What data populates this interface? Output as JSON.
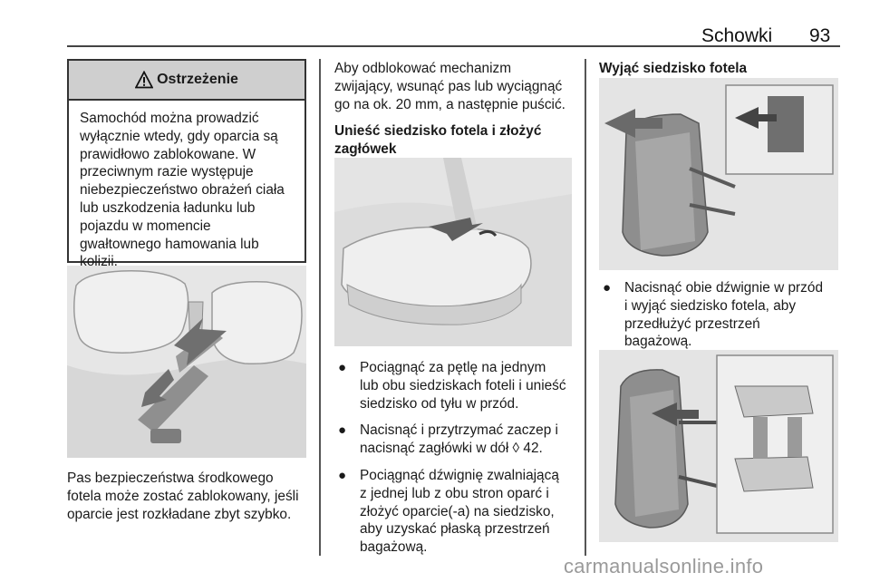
{
  "header": {
    "title": "Schowki",
    "page_number": "93"
  },
  "warning": {
    "title": "Ostrzeżenie",
    "icon": "warning-triangle-icon",
    "lines": [
      "Samochód można prowadzić",
      "wyłącznie wtedy, gdy oparcia są",
      "prawidłowo zablokowane. W",
      "przeciwnym razie występuje",
      "niebezpieczeństwo obrażeń ciała",
      "lub uszkodzenia ładunku lub",
      "pojazdu w momencie",
      "gwałtownego hamowania lub",
      "kolizji."
    ]
  },
  "col1": {
    "figure_icon": "seatbelt-headrest-illustration",
    "caption_lines": [
      "Pas bezpieczeństwa środkowego",
      "fotela może zostać zablokowany, jeśli",
      "oparcie jest rozkładane zbyt szybko."
    ]
  },
  "col2": {
    "intro_lines": [
      "Aby odblokować mechanizm",
      "zwijający, wsunąć pas lub wyciągnąć",
      "go na ok. 20 mm, a następnie puścić."
    ],
    "subhead_lines": [
      "Unieść siedzisko fotela i złożyć",
      "zagłówek"
    ],
    "figure_icon": "seat-cushion-illustration",
    "bullets": [
      [
        "Pociągnąć za pętlę na jednym",
        "lub obu siedziskach foteli i unieść",
        "siedzisko od tyłu w przód."
      ],
      [
        "Nacisnąć i przytrzymać zaczep i",
        "nacisnąć zagłówki w dół ◊ 42."
      ],
      [
        "Pociągnąć dźwignię zwalniającą",
        "z jednej lub z obu stron oparć i",
        "złożyć oparcie(-a) na siedzisko,",
        "aby uzyskać płaską przestrzeń",
        "bagażową."
      ]
    ]
  },
  "col3": {
    "subhead": "Wyjąć siedzisko fotela",
    "figure1_icon": "seat-removal-illustration",
    "bullets": [
      [
        "Nacisnąć obie dźwignie w przód",
        "i wyjąć siedzisko fotela, aby",
        "przedłużyć przestrzeń",
        "bagażową."
      ]
    ],
    "figure2_icon": "seat-hinge-illustration"
  },
  "watermark": "carmanualsonline.info"
}
